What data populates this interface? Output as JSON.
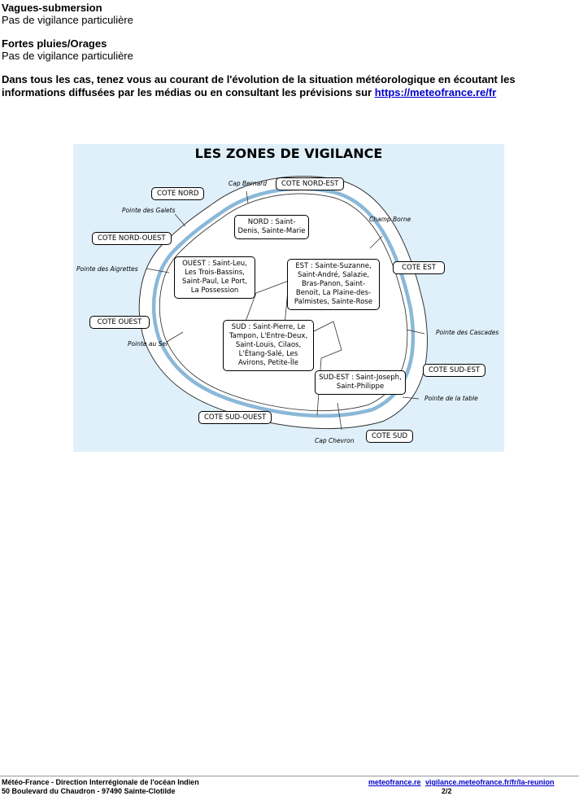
{
  "sections": [
    {
      "title": "Vagues-submersion",
      "text": "Pas de vigilance particulière"
    },
    {
      "title": "Fortes pluies/Orages",
      "text": "Pas de vigilance particulière"
    }
  ],
  "notice": {
    "text": "Dans tous les cas, tenez vous au courant de l'évolution de la situation météorologique en écoutant les informations diffusées par les médias ou en consultant les prévisions sur ",
    "link": "https://meteofrance.re/fr"
  },
  "map": {
    "title": "LES ZONES DE VIGILANCE",
    "coasts": [
      "COTE NORD",
      "COTE NORD-EST",
      "COTE NORD-OUEST",
      "COTE EST",
      "COTE OUEST",
      "COTE SUD-EST",
      "COTE SUD-OUEST",
      "COTE SUD"
    ],
    "zones": [
      "NORD : Saint-Denis, Sainte-Marie",
      "OUEST : Saint-Leu, Les Trois-Bassins, Saint-Paul, Le Port, La Possession",
      "EST : Sainte-Suzanne, Saint-André, Salazie, Bras-Panon, Saint-Benoit, La Plaine-des-Palmistes, Sainte-Rose",
      "SUD : Saint-Pierre, Le Tampon, L'Entre-Deux, Saint-Louis, Cilaos, L'Étang-Salé, Les Avirons, Petite-Île",
      "SUD-EST : Saint-Joseph, Saint-Philippe"
    ],
    "points": [
      "Cap Bernard",
      "Pointe des Galets",
      "Champ Borne",
      "Pointe des Aigrettes",
      "Pointe des Cascades",
      "Pointe au Sel",
      "Pointe de la table",
      "Cap Chevron"
    ]
  },
  "footer": {
    "org": "Météo-France - Direction Interrégionale de l'océan Indien",
    "address": "50 Boulevard du Chaudron - 97490 Sainte-Clotilde",
    "link1": "meteofrance.re",
    "link2": "vigilance.meteofrance.fr/fr/la-reunion",
    "page": "2/2"
  }
}
